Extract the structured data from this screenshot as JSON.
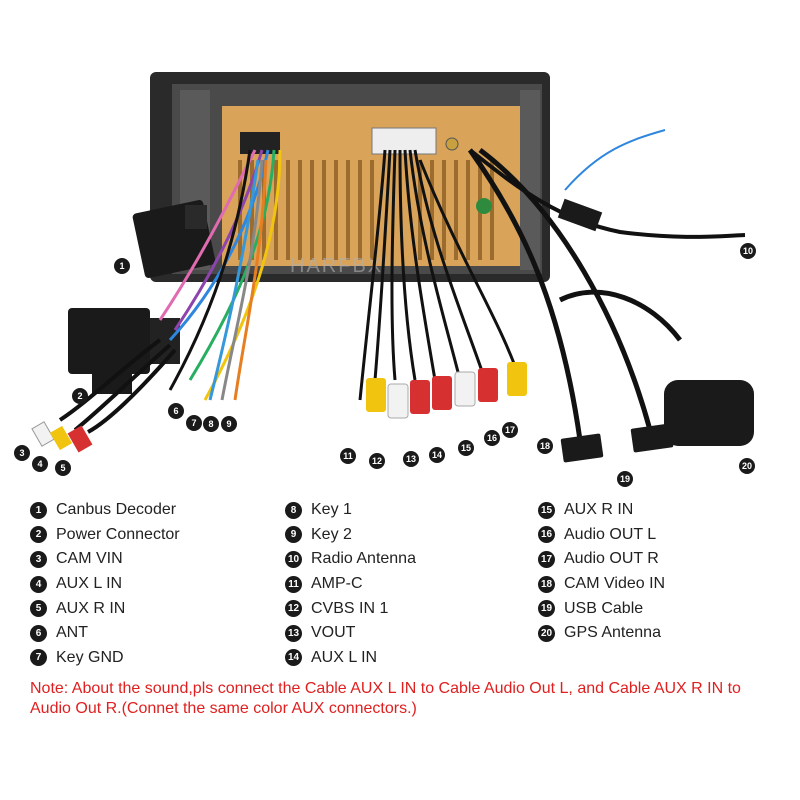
{
  "watermark": "HARFBX",
  "callouts": [
    "1",
    "2",
    "3",
    "4",
    "5",
    "6",
    "7",
    "8",
    "9",
    "10",
    "11",
    "12",
    "13",
    "14",
    "15",
    "16",
    "17",
    "18",
    "19",
    "20"
  ],
  "legend": {
    "col1": [
      {
        "num": "1",
        "label": "Canbus Decoder"
      },
      {
        "num": "2",
        "label": "Power Connector"
      },
      {
        "num": "3",
        "label": "CAM VIN"
      },
      {
        "num": "4",
        "label": "AUX L IN"
      },
      {
        "num": "5",
        "label": "AUX R IN"
      },
      {
        "num": "6",
        "label": "ANT"
      },
      {
        "num": "7",
        "label": "Key GND"
      }
    ],
    "col2": [
      {
        "num": "8",
        "label": "Key 1"
      },
      {
        "num": "9",
        "label": "Key 2"
      },
      {
        "num": "10",
        "label": "Radio Antenna"
      },
      {
        "num": "11",
        "label": "AMP-C"
      },
      {
        "num": "12",
        "label": "CVBS IN 1"
      },
      {
        "num": "13",
        "label": "VOUT"
      },
      {
        "num": "14",
        "label": "AUX L IN"
      }
    ],
    "col3": [
      {
        "num": "15",
        "label": "AUX R IN"
      },
      {
        "num": "16",
        "label": "Audio OUT L"
      },
      {
        "num": "17",
        "label": "Audio OUT R"
      },
      {
        "num": "18",
        "label": "CAM Video IN"
      },
      {
        "num": "19",
        "label": "USB Cable"
      },
      {
        "num": "20",
        "label": "GPS Antenna"
      }
    ]
  },
  "note": "Note: About the sound,pls connect the Cable AUX L IN to Cable Audio Out L, and Cable AUX R IN to  Audio Out R.(Connet the same color AUX connectors.)",
  "colors": {
    "unit_frame": "#2a2a2a",
    "board": "#d9a35a",
    "note": "#e02020",
    "yellow": "#f1c40f",
    "red": "#d63031",
    "white": "#f2f2f2",
    "black": "#1a1a1a"
  }
}
